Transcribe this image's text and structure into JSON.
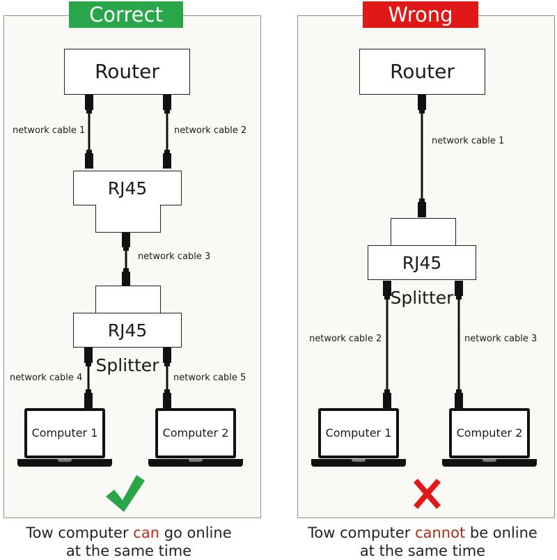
{
  "correct_panel": {
    "heading": "Correct",
    "router": "Router",
    "splitter_top": "RJ45 Splitter",
    "splitter_bottom": "RJ45 Splitter",
    "cable_1": "network cable 1",
    "cable_2": "network cable 2",
    "cable_3": "network cable 3",
    "cable_4": "network cable 4",
    "cable_5": "network cable 5",
    "computer_1": "Computer 1",
    "computer_2": "Computer 2",
    "caption_before": "Tow computer ",
    "caption_highlight": "can",
    "caption_after": " go online",
    "caption_line2": "at the same time",
    "result_icon": "check-icon",
    "heading_color": "#2aa64a"
  },
  "wrong_panel": {
    "heading": "Wrong",
    "router": "Router",
    "splitter": "RJ45 Splitter",
    "cable_1": "network cable 1",
    "cable_2": "network cable 2",
    "cable_3": "network cable 3",
    "computer_1": "Computer 1",
    "computer_2": "Computer 2",
    "caption_before": "Tow computer ",
    "caption_highlight": "cannot",
    "caption_after": " be online",
    "caption_line2": "at the same time",
    "result_icon": "cross-icon",
    "heading_color": "#e01818"
  }
}
